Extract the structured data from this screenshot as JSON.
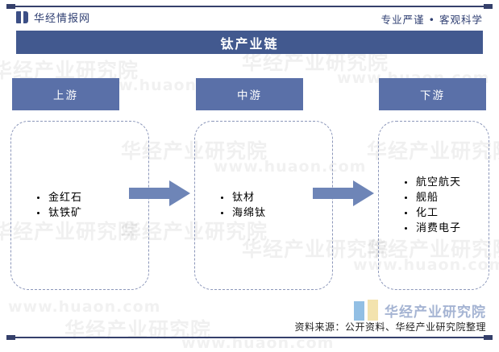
{
  "header": {
    "brand": "华经情报网",
    "brand_icon": "book-mark-icon",
    "tagline": "专业严谨 • 客观科学"
  },
  "title_bar": {
    "title": "钛产业链"
  },
  "stages": [
    {
      "label": "上游",
      "items": [
        "金红石",
        "钛铁矿"
      ]
    },
    {
      "label": "中游",
      "items": [
        "钛材",
        "海绵钛"
      ]
    },
    {
      "label": "下游",
      "items": [
        "航空航天",
        "舰船",
        "化工",
        "消费电子"
      ]
    }
  ],
  "arrows": [
    {
      "name": "arrow-upstream-to-midstream",
      "direction": "right"
    },
    {
      "name": "arrow-midstream-to-downstream",
      "direction": "right"
    }
  ],
  "footer": {
    "source": "资料来源：公开资料、华经产业研究院整理",
    "watermark_brand": "华经产业研究院",
    "watermark_icon": "open-book-icon"
  },
  "background_watermarks": {
    "brand_text": "华经产业研究院",
    "url_text": "www.huaon.com"
  },
  "colors": {
    "title_bar": "#42598f",
    "stage_label": "#5a70a8",
    "arrow": "#6e85b7",
    "rule": "#35406b",
    "dashed_border": "#8c97ba",
    "brand_text": "#2f3f72"
  }
}
